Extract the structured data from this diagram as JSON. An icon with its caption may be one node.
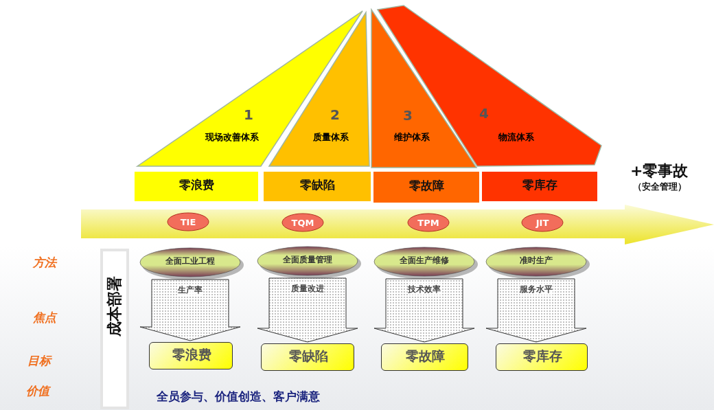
{
  "diagram": {
    "nodes": [
      {
        "text": [
          "1",
          "现场改善体系"
        ]
      },
      {
        "text": [
          "2",
          "质量体系"
        ]
      },
      {
        "text": [
          "3",
          "维护体系"
        ]
      },
      {
        "text": [
          "4",
          "物流体系"
        ]
      },
      {
        "text": [
          "零浪费"
        ]
      },
      {
        "text": [
          "零缺陷"
        ]
      },
      {
        "text": [
          "零故障"
        ]
      },
      {
        "text": [
          "零库存"
        ]
      },
      {
        "text": [],
        "shape": "arrow"
      },
      {
        "text": [
          "TIE"
        ],
        "in": 8
      },
      {
        "text": [
          "TQM"
        ],
        "in": 8
      },
      {
        "text": [
          "TPM"
        ],
        "in": 8
      },
      {
        "text": [
          "JIT"
        ],
        "in": 8
      },
      {
        "text": [
          "成本部署"
        ]
      },
      {
        "text": [
          "全面工业工程"
        ]
      },
      {
        "text": [
          "全面质量管理"
        ]
      },
      {
        "text": [
          "全面生产维修"
        ]
      },
      {
        "text": [
          "准时生产"
        ]
      },
      {
        "text": [
          "零浪费"
        ]
      },
      {
        "text": [
          "零缺陷"
        ]
      },
      {
        "text": [
          "零故障"
        ]
      },
      {
        "text": [
          "零库存"
        ]
      }
    ],
    "edges": [
      {
        "from": 14,
        "to": 18,
        "arrow": "to",
        "label": "生产率"
      },
      {
        "from": 15,
        "to": 19,
        "arrow": "to",
        "label": "质量改进"
      },
      {
        "from": 16,
        "to": 20,
        "arrow": "to",
        "label": "技术效率"
      },
      {
        "from": 17,
        "to": 21,
        "arrow": "to",
        "label": "服务水平"
      }
    ],
    "labels": [
      "+零事故",
      "（安全管理）",
      "方法",
      "焦点",
      "目标",
      "价值",
      "全员参与、价值创造、客户满意"
    ]
  }
}
